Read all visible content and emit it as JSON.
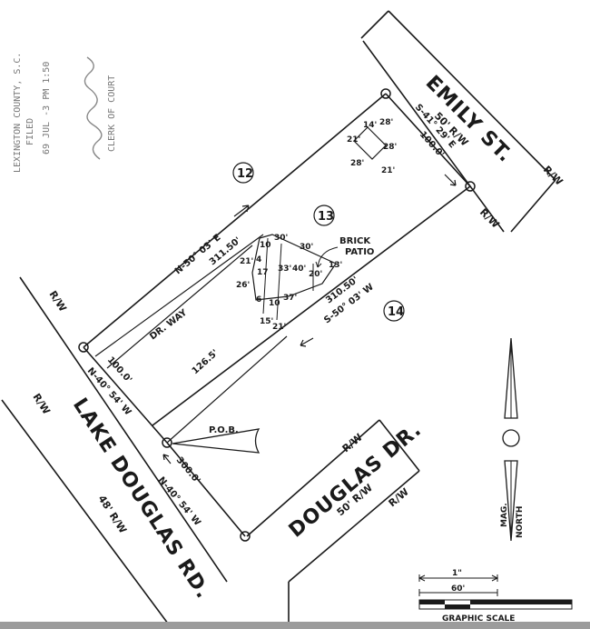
{
  "stamp": {
    "line1": "LEXINGTON COUNTY, S.C.",
    "line2": "FILED",
    "line3": "69 JUL -3 PM 1:50",
    "signature": "signature",
    "line5": "CLERK OF COURT"
  },
  "streets": {
    "emily_name": "EMILY ST.",
    "emily_width": "50' R/W",
    "lake_douglas_name": "LAKE DOUGLAS RD.",
    "lake_douglas_width": "48' R/W",
    "douglas_name": "DOUGLAS DR.",
    "douglas_width": "50' R/W",
    "row_label": "R/W"
  },
  "lots": {
    "lot12": "12",
    "lot13": "13",
    "lot14": "14"
  },
  "bearings": {
    "north_line": "N-50° 03' E",
    "north_dist": "311.50'",
    "south_line": "S-50° 03' W",
    "south_dist": "310.50'",
    "east_line": "S-41° 29' E",
    "east_dist": "100.0'",
    "west_line": "N-40° 54' W",
    "west_dist": "100.0'",
    "road_line": "N-40° 54' W",
    "road_dist": "300.0'",
    "side_dist": "126.5'"
  },
  "annotations": {
    "brick_patio_1": "BRICK",
    "brick_patio_2": "PATIO",
    "driveway": "DR. WAY",
    "pob": "P.O.B."
  },
  "dims": {
    "b1_14": "14'",
    "b1_28a": "28'",
    "b1_21a": "21'",
    "b1_28b": "28'",
    "b1_28c": "28'",
    "b1_21b": "21'",
    "h_10": "10",
    "h_30a": "30'",
    "h_30b": "30'",
    "h_21": "21'",
    "h_4": "4",
    "h_17": "17",
    "h_33": "33'",
    "h_40": "40'",
    "h_20": "20'",
    "h_13": "13'",
    "h_26": "26'",
    "h_6": "6",
    "h_10b": "10",
    "h_37": "37'",
    "h_15": "15'",
    "h_21b": "21'"
  },
  "north_arrow": {
    "mag": "MAG.",
    "north": "NORTH"
  },
  "scale": {
    "inch": "1\"",
    "feet": "60'",
    "title": "GRAPHIC SCALE"
  }
}
